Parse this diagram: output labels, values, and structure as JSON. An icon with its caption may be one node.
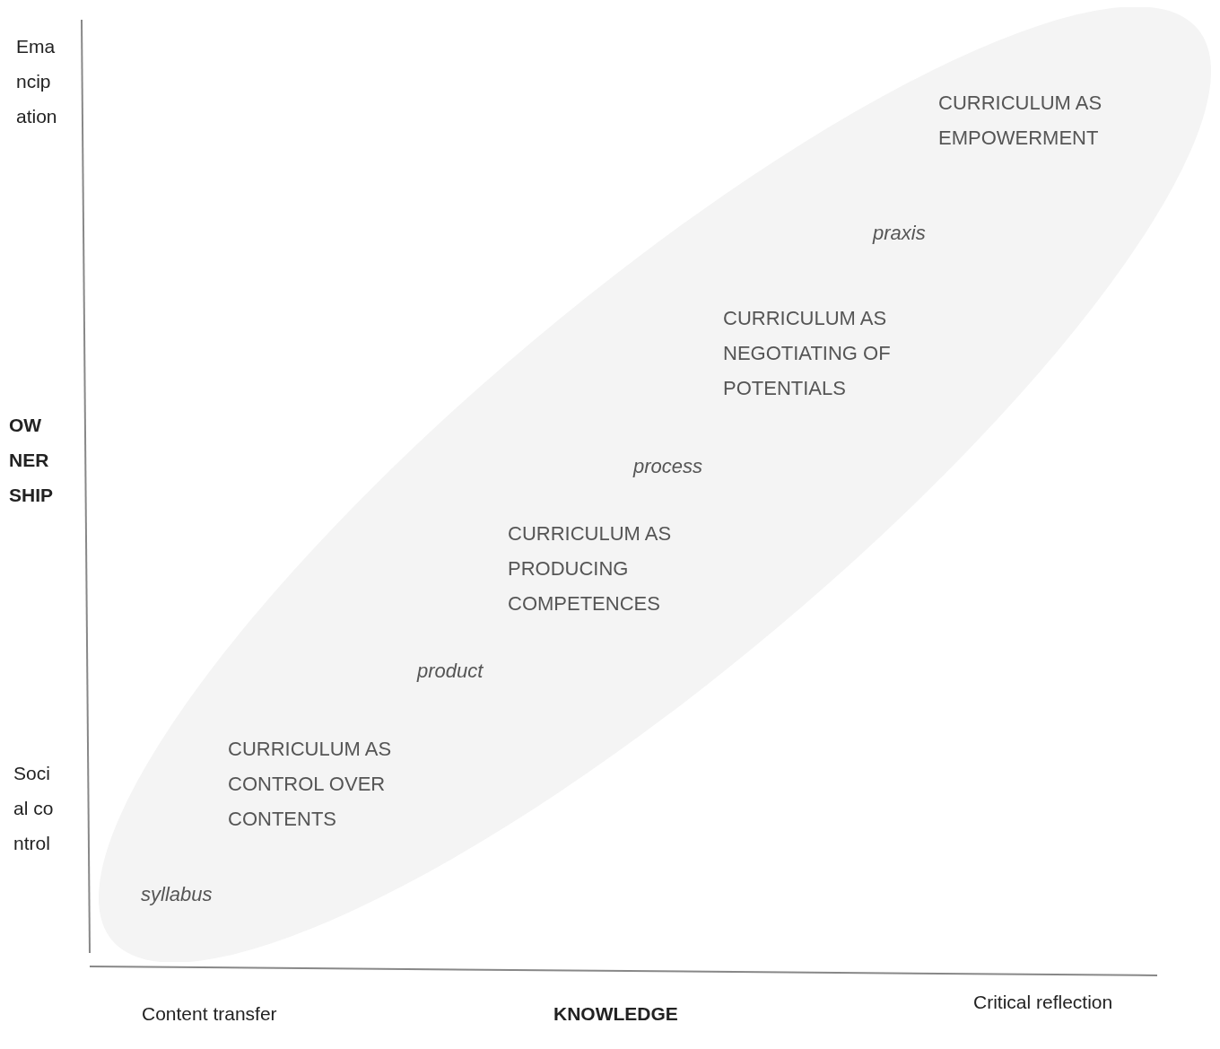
{
  "diagram": {
    "nodes": [
      {
        "text": [
          "CURRICULUM AS EMPOWERMENT",
          "praxis",
          "CURRICULUM AS NEGOTIATING OF POTENTIALS",
          "process",
          "CURRICULUM AS PRODUCING COMPETENCES",
          "product",
          "CURRICULUM AS CONTROL OVER CONTENTS",
          "syllabus"
        ]
      }
    ],
    "edges": [],
    "labels": [
      "Emancipation",
      "OWNERSHIP",
      "Social control",
      "Content transfer",
      "KNOWLEDGE",
      "Critical reflection"
    ]
  }
}
